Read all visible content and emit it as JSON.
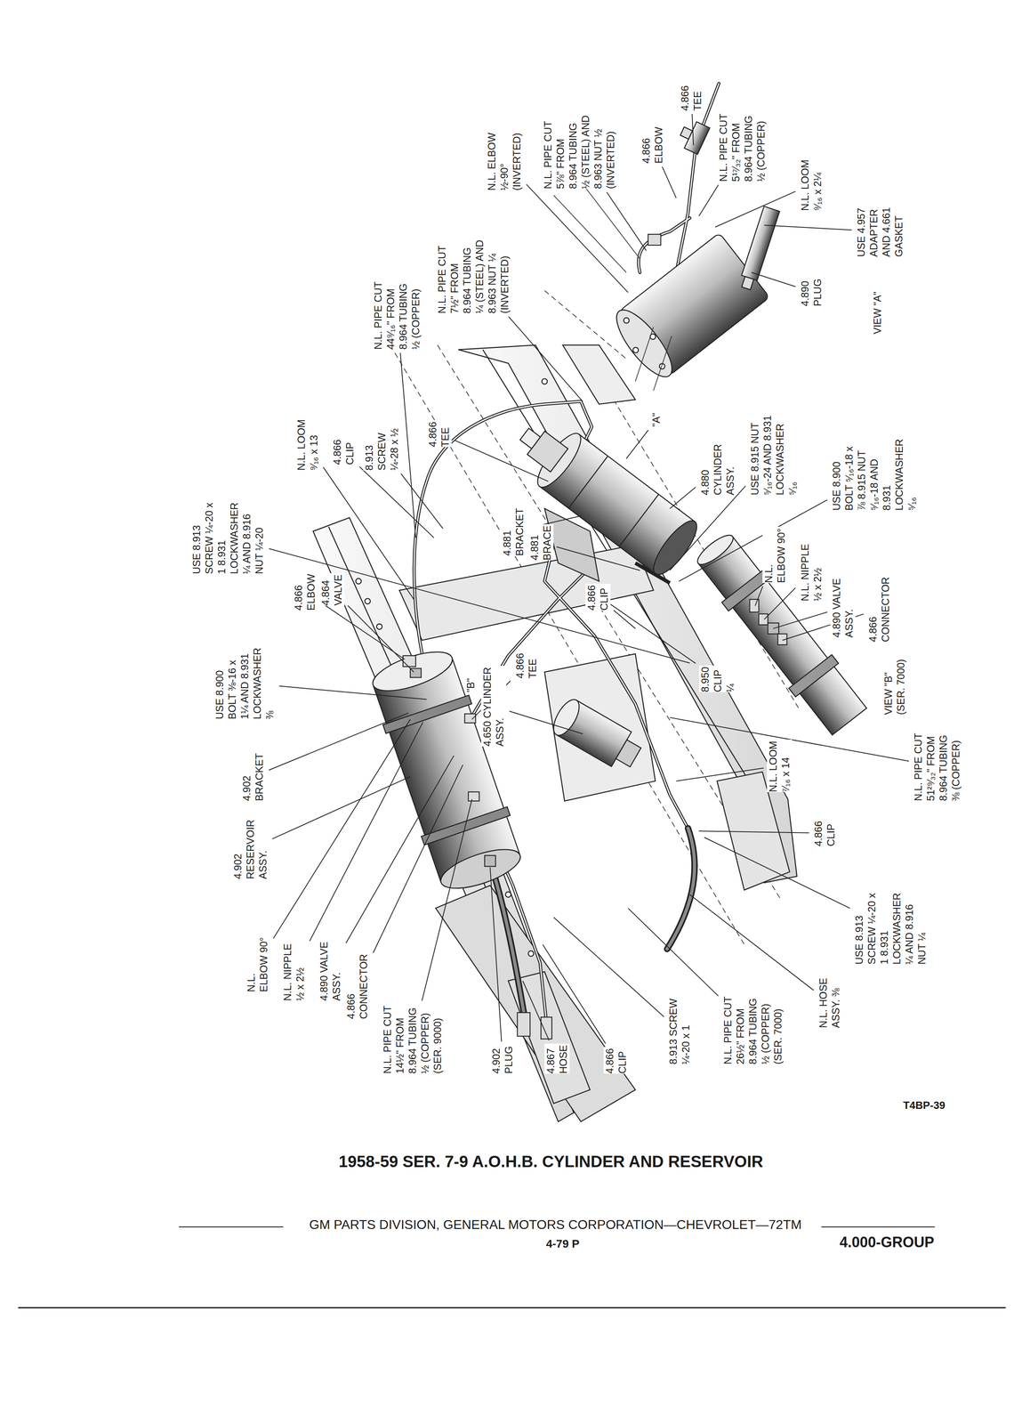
{
  "diagram": {
    "title": "1958-59 SER. 7-9 A.O.H.B. CYLINDER AND RESERVOIR",
    "labels": [
      "N.L. ELBOW ½-90° (INVERTED)",
      "N.L. PIPE CUT 5⅞\" FROM 8.964 TUBING ½ (STEEL) AND 8.963 NUT ½ (INVERTED)",
      "4.866 ELBOW",
      "4.866 TEE",
      "N.L. PIPE CUT 5¹⁷⁄₃₂\" FROM 8.964 TUBING ½ (COPPER)",
      "N.L. LOOM ⁹⁄₁₆ x 2¼",
      "USE 4.957 ADAPTER AND 4.661 GASKET",
      "4.890 PLUG",
      "VIEW \"A\"",
      "N.L. PIPE CUT 7½\" FROM 8.964 TUBING ¼ (STEEL) AND 8.963 NUT ¼ (INVERTED)",
      "N.L. PIPE CUT 44⁹⁄₁₆\" FROM 8.964 TUBING ½ (COPPER)",
      "\"A\"",
      "4.880 CYLINDER ASSY.",
      "USE 8.915 NUT ⁵⁄₁₆-24 AND 8.931 LOCKWASHER ⁵⁄₁₆",
      "USE 8.900 BOLT ⁵⁄₁₆-18 x ⅞ 8.915 NUT ⁵⁄₁₆-18 AND 8.931 LOCKWASHER ⁵⁄₁₆",
      "N.L. LOOM ⁹⁄₁₆ x 13",
      "4.866 CLIP",
      "8.913 SCREW ¼-28 x ½",
      "4.866 TEE",
      "USE 8.913 SCREW ¼-20 x 1 8.931 LOCKWASHER ¼ AND 8.916 NUT ¼-20",
      "4.881 BRACKET",
      "4.881 BRACE",
      "4.866 CLIP",
      "N.L. ELBOW 90°",
      "N.L. NIPPLE ½ x 2½",
      "4.890 VALVE ASSY.",
      "4.866 CONNECTOR",
      "VIEW \"B\" (SER. 7000)",
      "4.866 ELBOW",
      "4.864 VALVE",
      "USE 8.900 BOLT ⅜-16 x 1¼ AND 8.931 LOCKWASHER ⅜",
      "4.866 TEE",
      "\"B\"",
      "8.950 CLIP ¼",
      "4.650 CYLINDER ASSY.",
      "4.902 BRACKET",
      "4.902 RESERVOIR ASSY.",
      "N.L. PIPE CUT 51²⁹⁄₃₂\" FROM 8.964 TUBING ⅜ (COPPER)",
      "N.L. LOOM ⁷⁄₁₆ x 14",
      "4.866 CLIP",
      "USE 8.913 SCREW ¼-20 x 1 8.931 LOCKWASHER ¼ AND 8.916 NUT ¼",
      "N.L. HOSE ASSY. ⅜",
      "N.L. PIPE CUT 26½\" FROM 8.964 TUBING ½ (COPPER) (SER. 7000)",
      "8.913 SCREW ¼-20 x 1",
      "4.866 CLIP",
      "4.867 HOSE",
      "4.902 PLUG",
      "N.L. PIPE CUT 14½\" FROM 8.964 TUBING ½ (COPPER) (SER. 9000)",
      "4.866 CONNECTOR",
      "4.890 VALVE ASSY.",
      "N.L. NIPPLE ½ x 2½",
      "N.L. ELBOW 90°",
      "T4BP-39",
      "GM PARTS DIVISION, GENERAL MOTORS CORPORATION—CHEVROLET—72TM",
      "4-79 P",
      "4.000-GROUP"
    ]
  }
}
